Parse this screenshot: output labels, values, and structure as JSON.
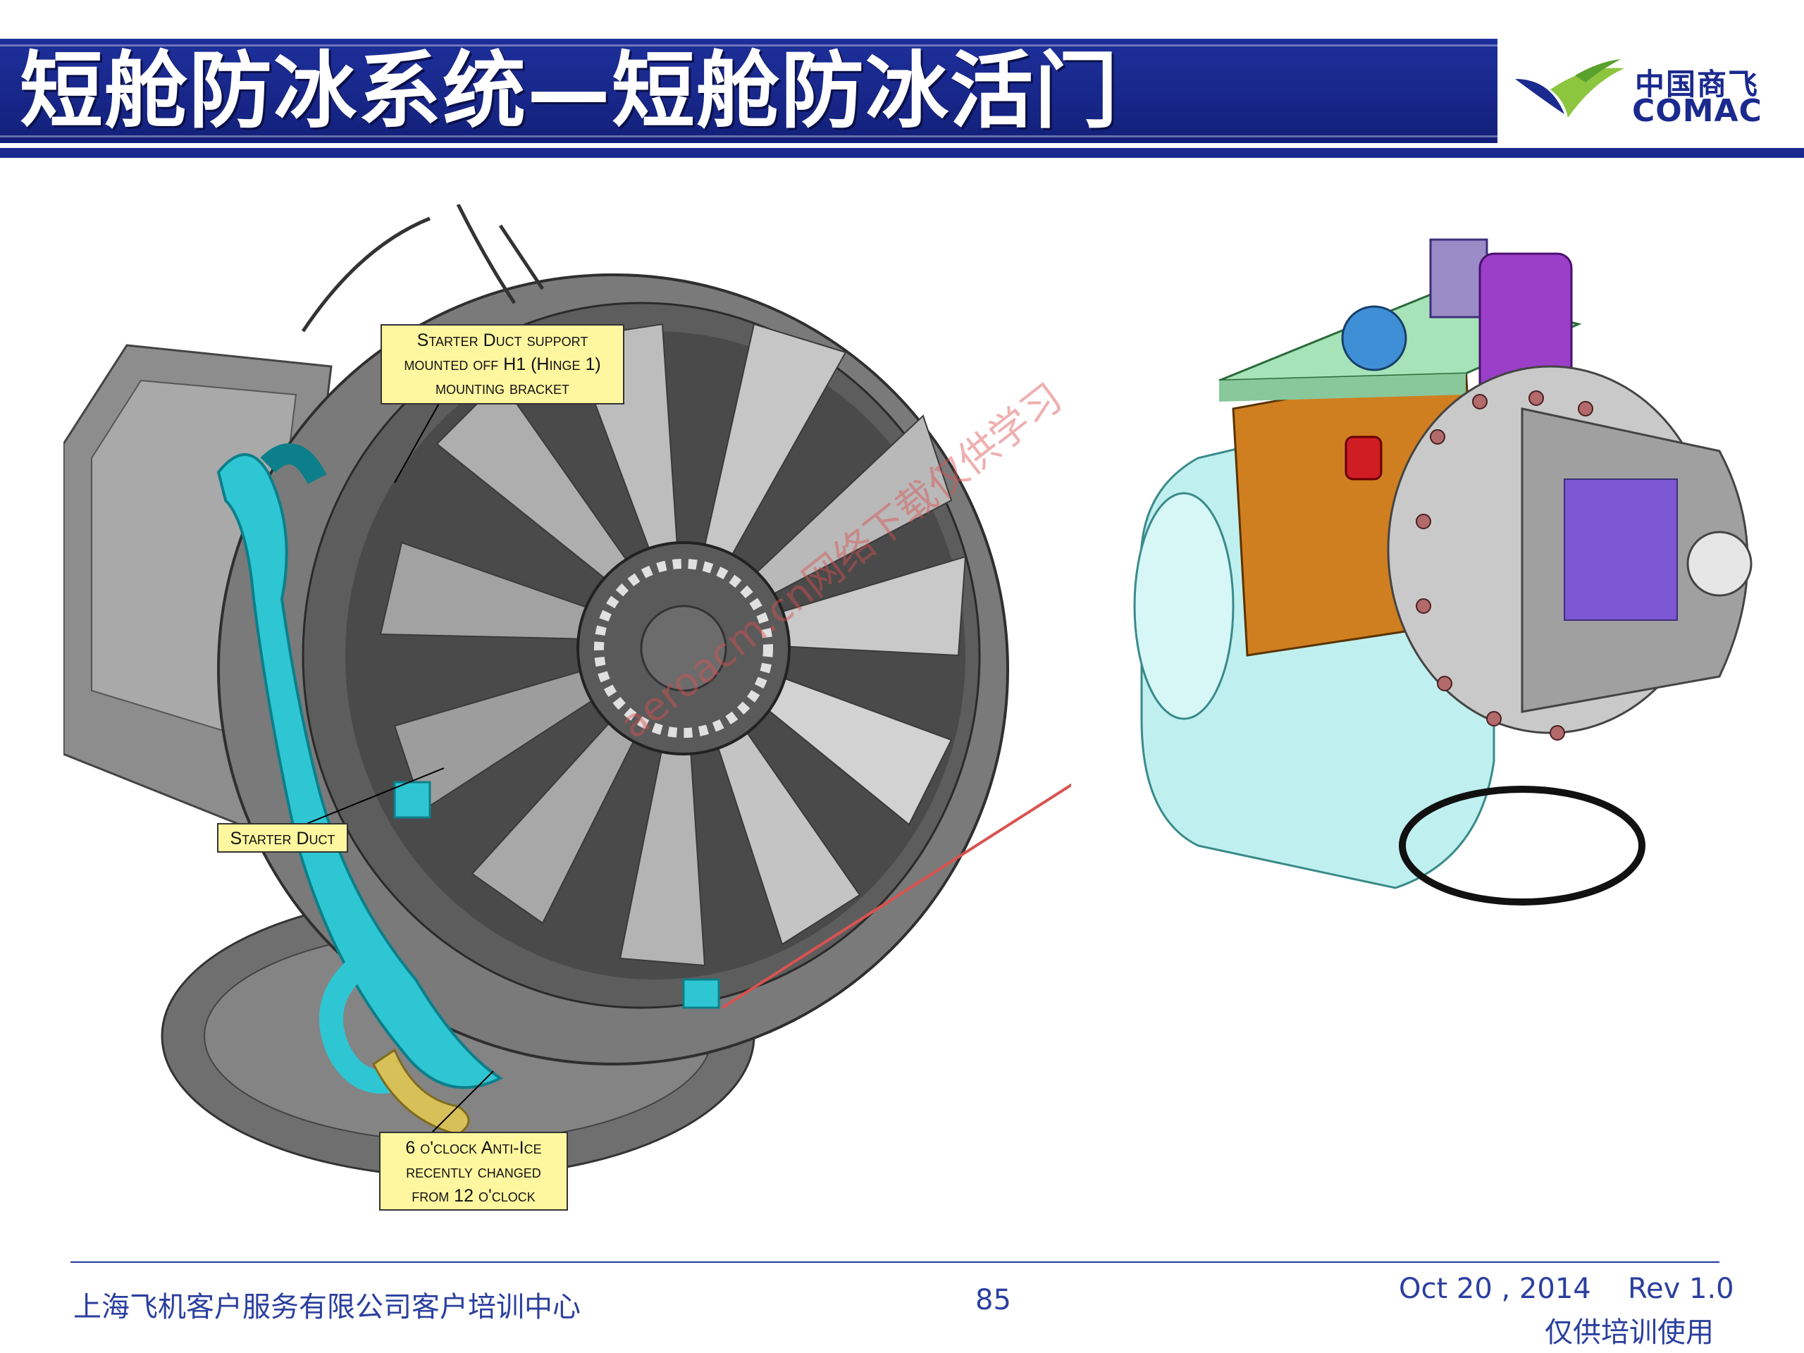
{
  "header": {
    "title": "短舱防冰系统—短舱防冰活门",
    "logo_cn": "中国商飞",
    "logo_en": "COMAC",
    "colors": {
      "banner": "#1a2a8f",
      "logo_green": "#8cc63f",
      "logo_blue": "#1b2a8e"
    }
  },
  "figure": {
    "callouts": {
      "support": [
        "Starter Duct support",
        "mounted off H1 (Hinge 1)",
        "mounting bracket"
      ],
      "duct": "Starter Duct",
      "anti_ice": [
        "6 o'clock Anti-Ice",
        "recently changed",
        "from 12 o'clock"
      ]
    },
    "watermark": "aeroacm.cn网络下载仅供学习",
    "callout_color": "#fff7a0",
    "duct_color": "#2ec6d3",
    "arrow_color": "#d9534f"
  },
  "footer": {
    "company": "上海飞机客户服务有限公司客户培训中心",
    "page": "85",
    "date": "Oct 20 , 2014",
    "rev": "Rev 1.0",
    "note": "仅供培训使用"
  }
}
